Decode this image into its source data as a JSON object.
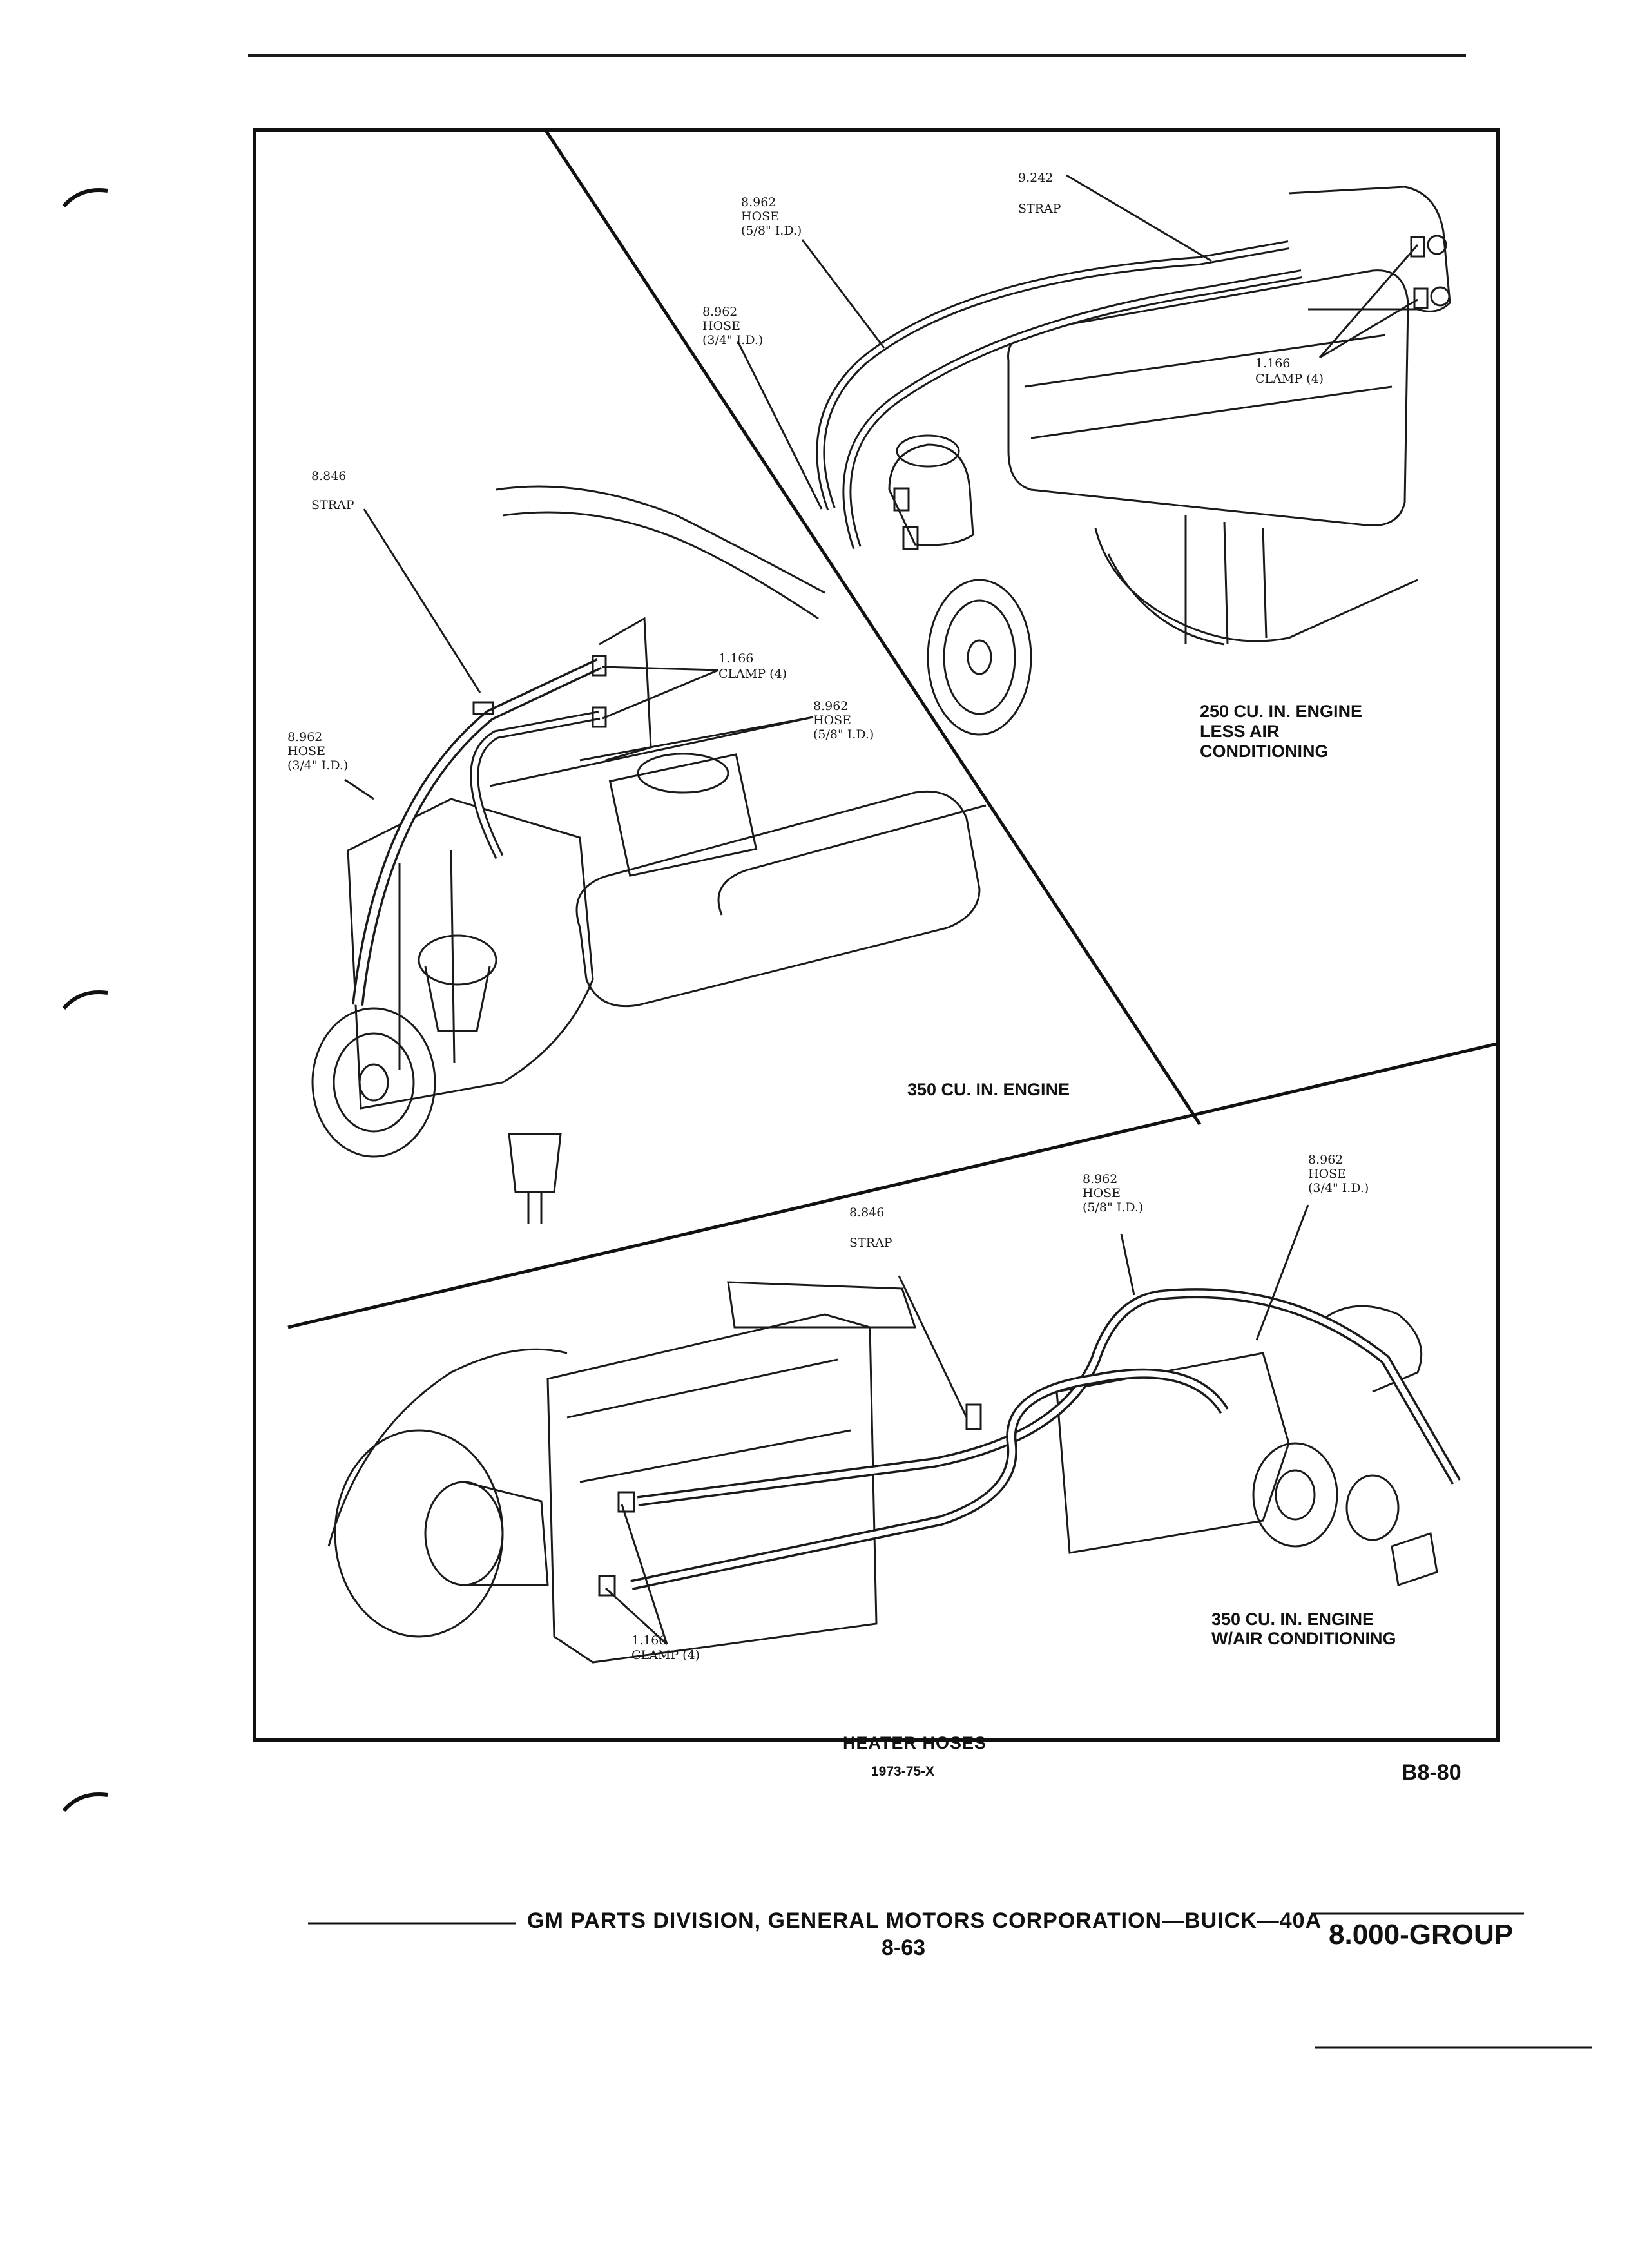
{
  "labels": {
    "top_left": {
      "strap": {
        "code": "8.846",
        "name": "STRAP"
      },
      "clamp": {
        "code": "1.166",
        "name": "CLAMP (4)"
      },
      "hose_58": {
        "code": "8.962",
        "name": "HOSE",
        "size": "(5/8\" I.D.)"
      },
      "hose_34": {
        "code": "8.962",
        "name": "HOSE",
        "size": "(3/4\" I.D.)"
      }
    },
    "top_right": {
      "strap": {
        "code": "9.242",
        "name": "STRAP"
      },
      "hose_58": {
        "code": "8.962",
        "name": "HOSE",
        "size": "(5/8\" I.D.)"
      },
      "hose_34": {
        "code": "8.962",
        "name": "HOSE",
        "size": "(3/4\" I.D.)"
      },
      "clamp": {
        "code": "1.166",
        "name": "CLAMP (4)"
      }
    },
    "bottom": {
      "strap": {
        "code": "8.846",
        "name": "STRAP"
      },
      "hose_58": {
        "code": "8.962",
        "name": "HOSE",
        "size": "(5/8\" I.D.)"
      },
      "hose_34": {
        "code": "8.962",
        "name": "HOSE",
        "size": "(3/4\" I.D.)"
      },
      "clamp": {
        "code": "1.166",
        "name": "CLAMP (4)"
      }
    }
  },
  "engines": {
    "left": "350 CU. IN. ENGINE",
    "right_line1": "250 CU. IN. ENGINE",
    "right_line2": "LESS AIR",
    "right_line3": "CONDITIONING",
    "bottom_line1": "350 CU. IN. ENGINE",
    "bottom_line2": "W/AIR CONDITIONING"
  },
  "caption": {
    "title": "HEATER HOSES",
    "subtitle": "1973-75-X",
    "figure_id": "B8-80"
  },
  "footer": {
    "text": "GM PARTS DIVISION, GENERAL MOTORS CORPORATION—BUICK—40A",
    "page": "8-63",
    "group": "8.000-GROUP"
  }
}
